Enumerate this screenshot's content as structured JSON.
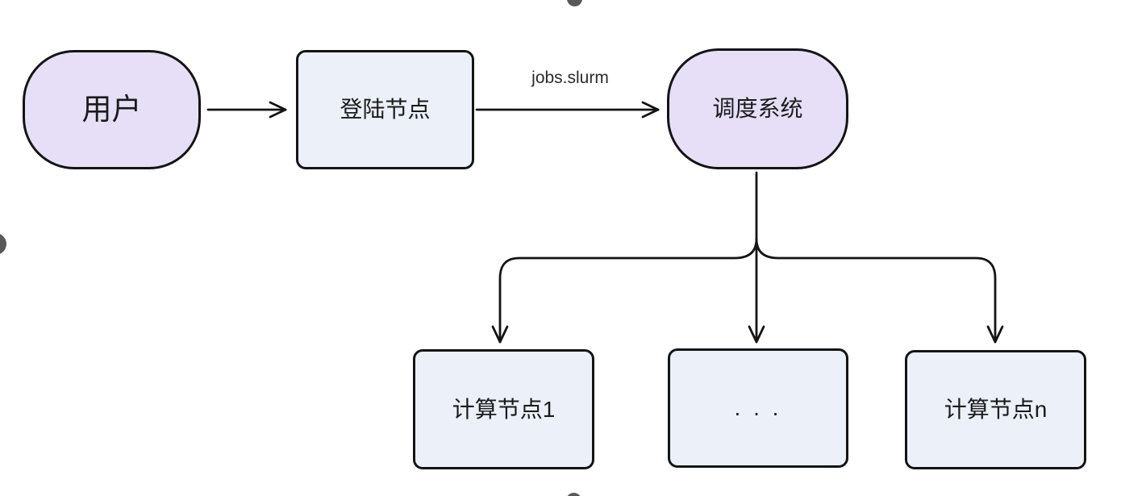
{
  "canvas": {
    "background": "#ffffff",
    "stroke_color": "#141414",
    "node_fill_purple": "#e6dff7",
    "node_fill_blue": "#ebf0f9",
    "text_color": "#1a1a1a",
    "handle_color": "#595959"
  },
  "nodes": {
    "user": {
      "label": "用户",
      "shape": "stadium",
      "fill": "#e6dff7"
    },
    "login": {
      "label": "登陆节点",
      "shape": "rect",
      "fill": "#ebf0f9"
    },
    "scheduler": {
      "label": "调度系统",
      "shape": "stadium",
      "fill": "#e6dff7"
    },
    "compute1": {
      "label": "计算节点1",
      "shape": "rect",
      "fill": "#ebf0f9"
    },
    "compute_more": {
      "label": ". . .",
      "shape": "rect",
      "fill": "#ebf0f9"
    },
    "computen": {
      "label": "计算节点n",
      "shape": "rect",
      "fill": "#ebf0f9"
    }
  },
  "edges": {
    "user_to_login": {
      "label": ""
    },
    "login_to_scheduler": {
      "label": "jobs.slurm"
    },
    "scheduler_to_compute1": {
      "label": ""
    },
    "scheduler_to_compute_more": {
      "label": ""
    },
    "scheduler_to_computen": {
      "label": ""
    }
  }
}
